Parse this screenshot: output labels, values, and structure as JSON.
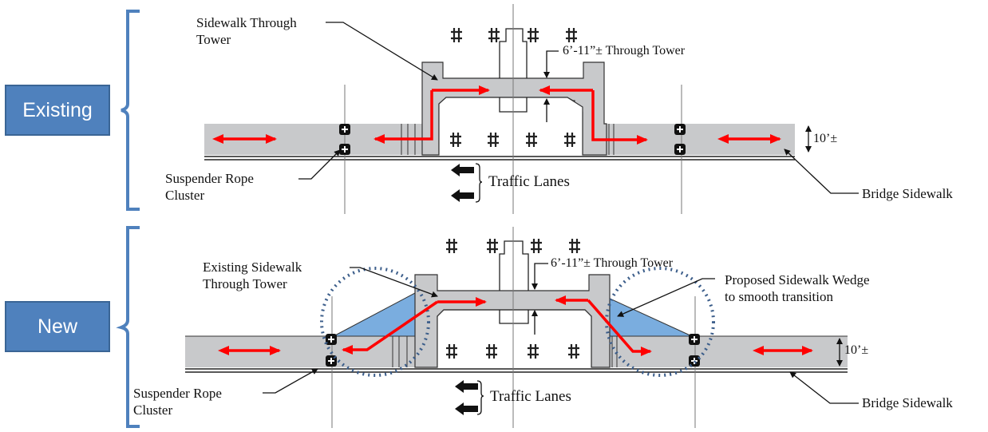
{
  "colors": {
    "section_label_fill": "#4f81bd",
    "section_label_border": "#3a6595",
    "bracket": "#4f81bd",
    "sidewalk_gray": "#c8c9cb",
    "wedge_blue": "#7aaddf",
    "dotted_circle": "#3b5d8a",
    "path_red": "#ff0000",
    "outline": "#222222"
  },
  "sections": [
    {
      "id": "existing",
      "label": "Existing",
      "annotations": {
        "sidewalk_through_tower": "Sidewalk Through\nTower",
        "clearance": "6’-11”± Through Tower",
        "width": "10’±",
        "suspender": "Suspender Rope\nCluster",
        "traffic": "Traffic Lanes",
        "bridge_sidewalk": "Bridge Sidewalk"
      }
    },
    {
      "id": "new",
      "label": "New",
      "annotations": {
        "sidewalk_through_tower": "Existing Sidewalk\nThrough Tower",
        "clearance": "6’-11”± Through Tower",
        "width": "10’±",
        "suspender": "Suspender Rope\nCluster",
        "traffic": "Traffic Lanes",
        "bridge_sidewalk": "Bridge Sidewalk",
        "wedge": "Proposed Sidewalk Wedge\nto smooth transition"
      }
    }
  ],
  "text": {
    "existing_label": "Existing",
    "new_label": "New",
    "ex_sidewalk_1": "Sidewalk Through",
    "ex_sidewalk_2": "Tower",
    "ex_clearance": "6’-11”± Through Tower",
    "ex_width": "10’±",
    "ex_suspender_1": "Suspender Rope",
    "ex_suspender_2": "Cluster",
    "ex_traffic": "Traffic Lanes",
    "ex_bridge": "Bridge Sidewalk",
    "new_sidewalk_1": "Existing Sidewalk",
    "new_sidewalk_2": "Through Tower",
    "new_clearance": "6’-11”± Through Tower",
    "new_width": "10’±",
    "new_suspender_1": "Suspender Rope",
    "new_suspender_2": "Cluster",
    "new_traffic": "Traffic Lanes",
    "new_bridge": "Bridge Sidewalk",
    "new_wedge_1": "Proposed Sidewalk Wedge",
    "new_wedge_2": "to smooth transition"
  }
}
